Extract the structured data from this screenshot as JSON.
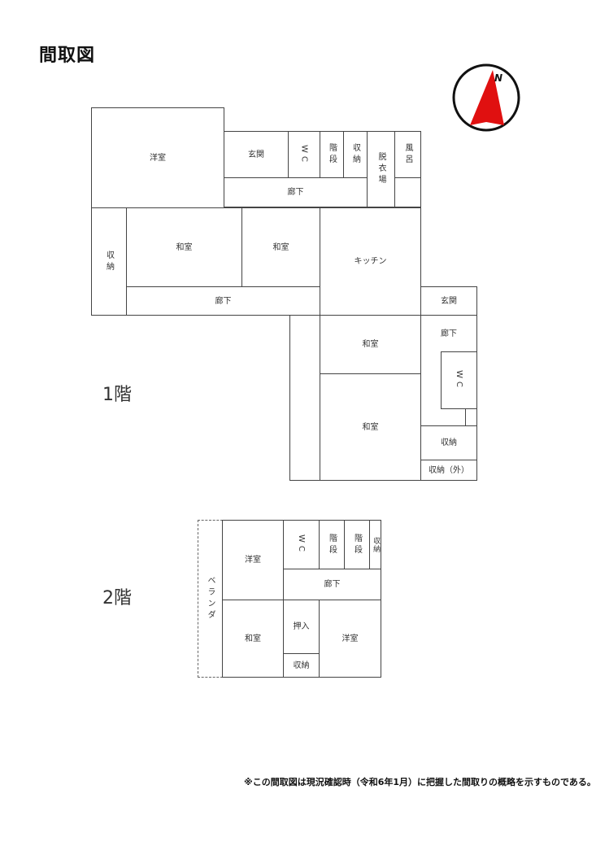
{
  "title": "間取図",
  "floor1_label": "1階",
  "floor2_label": "2階",
  "compass_label": "N",
  "note": "※この間取図は現況確認時（令和6年1月）に把握した間取りの概略を示すものである。",
  "floor1": {
    "youshitsu": "洋室",
    "genkan": "玄関",
    "wc": "WC",
    "kaidan": "階段",
    "shuunou": "収納",
    "datsuijo": "脱衣場",
    "furo": "風呂",
    "rouka_top": "廊下",
    "shuunou_left": "収納",
    "washitsu_1": "和室",
    "washitsu_2": "和室",
    "kitchen": "キッチン",
    "rouka_bottom": "廊下",
    "genkan_2": "玄関",
    "rouka_right": "廊下",
    "washitsu_3": "和室",
    "wc_2": "WC",
    "washitsu_4": "和室",
    "shuunou_2": "収納",
    "shuunou_outside": "収納（外）"
  },
  "floor2": {
    "veranda": "ベランダ",
    "youshitsu_1": "洋室",
    "wc": "WC",
    "kaidan_1": "階段",
    "kaidan_2": "階段",
    "shuunou": "収納",
    "rouka": "廊下",
    "washitsu": "和室",
    "oshiire": "押入",
    "shuunou_2": "収納",
    "youshitsu_2": "洋室"
  }
}
